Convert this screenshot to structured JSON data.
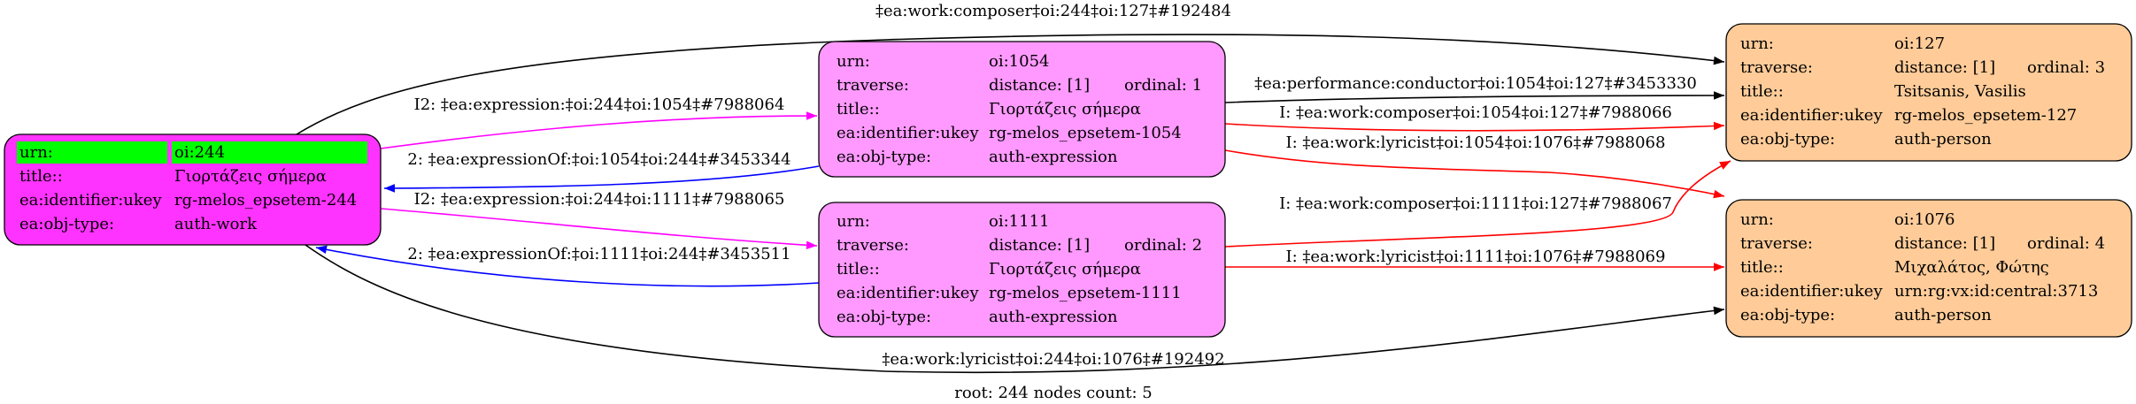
{
  "nodes": [
    {
      "id": "244",
      "fill": "#ff33ff",
      "highlight": "#00ff00",
      "rows": [
        {
          "label": "urn:",
          "value": "oi:244"
        },
        {
          "label": "title::",
          "value": "Γιορτάζεις σήμερα"
        },
        {
          "label": "ea:identifier:ukey",
          "value": "rg-melos_epsetem-244"
        },
        {
          "label": "ea:obj-type:",
          "value": "auth-work"
        }
      ]
    },
    {
      "id": "1054",
      "fill": "#ff99ff",
      "rows": [
        {
          "label": "urn:",
          "value": "oi:1054"
        },
        {
          "label": "traverse:",
          "value": "distance: [1]",
          "extra": "ordinal: 1"
        },
        {
          "label": "title::",
          "value": "Γιορτάζεις σήμερα"
        },
        {
          "label": "ea:identifier:ukey",
          "value": "rg-melos_epsetem-1054"
        },
        {
          "label": "ea:obj-type:",
          "value": "auth-expression"
        }
      ]
    },
    {
      "id": "1111",
      "fill": "#ff99ff",
      "rows": [
        {
          "label": "urn:",
          "value": "oi:1111"
        },
        {
          "label": "traverse:",
          "value": "distance: [1]",
          "extra": "ordinal: 2"
        },
        {
          "label": "title::",
          "value": "Γιορτάζεις σήμερα"
        },
        {
          "label": "ea:identifier:ukey",
          "value": "rg-melos_epsetem-1111"
        },
        {
          "label": "ea:obj-type:",
          "value": "auth-expression"
        }
      ]
    },
    {
      "id": "127",
      "fill": "#ffcc99",
      "rows": [
        {
          "label": "urn:",
          "value": "oi:127"
        },
        {
          "label": "traverse:",
          "value": "distance: [1]",
          "extra": "ordinal: 3"
        },
        {
          "label": "title::",
          "value": "Tsitsanis, Vasilis"
        },
        {
          "label": "ea:identifier:ukey",
          "value": "rg-melos_epsetem-127"
        },
        {
          "label": "ea:obj-type:",
          "value": "auth-person"
        }
      ]
    },
    {
      "id": "1076",
      "fill": "#ffcc99",
      "rows": [
        {
          "label": "urn:",
          "value": "oi:1076"
        },
        {
          "label": "traverse:",
          "value": "distance: [1]",
          "extra": "ordinal: 4"
        },
        {
          "label": "title::",
          "value": "Μιχαλάτος, Φώτης"
        },
        {
          "label": "ea:identifier:ukey",
          "value": "urn:rg:vx:id:central:3713"
        },
        {
          "label": "ea:obj-type:",
          "value": "auth-person"
        }
      ]
    }
  ],
  "edges": [
    {
      "from": "244",
      "to": "127",
      "color": "#000000",
      "label": "‡ea:work:composer‡oi:244‡oi:127‡#192484"
    },
    {
      "from": "244",
      "to": "1054",
      "color": "#ff00ff",
      "label": "I2: ‡ea:expression:‡oi:244‡oi:1054‡#7988064"
    },
    {
      "from": "1054",
      "to": "244",
      "color": "#0000ff",
      "label": "2: ‡ea:expressionOf:‡oi:1054‡oi:244‡#3453344"
    },
    {
      "from": "244",
      "to": "1111",
      "color": "#ff00ff",
      "label": "I2: ‡ea:expression:‡oi:244‡oi:1111‡#7988065"
    },
    {
      "from": "1111",
      "to": "244",
      "color": "#0000ff",
      "label": "2: ‡ea:expressionOf:‡oi:1111‡oi:244‡#3453511"
    },
    {
      "from": "244",
      "to": "1076",
      "color": "#000000",
      "label": "‡ea:work:lyricist‡oi:244‡oi:1076‡#192492"
    },
    {
      "from": "1054",
      "to": "127",
      "color": "#000000",
      "label": "‡ea:performance:conductor‡oi:1054‡oi:127‡#3453330"
    },
    {
      "from": "1054",
      "to": "127",
      "color": "#ff0000",
      "label": "I: ‡ea:work:composer‡oi:1054‡oi:127‡#7988066"
    },
    {
      "from": "1054",
      "to": "1076",
      "color": "#ff0000",
      "label": "I: ‡ea:work:lyricist‡oi:1054‡oi:1076‡#7988068"
    },
    {
      "from": "1111",
      "to": "127",
      "color": "#ff0000",
      "label": "I: ‡ea:work:composer‡oi:1111‡oi:127‡#7988067"
    },
    {
      "from": "1111",
      "to": "1076",
      "color": "#ff0000",
      "label": "I: ‡ea:work:lyricist‡oi:1111‡oi:1076‡#7988069"
    }
  ],
  "footer": "root: 244 nodes count: 5"
}
